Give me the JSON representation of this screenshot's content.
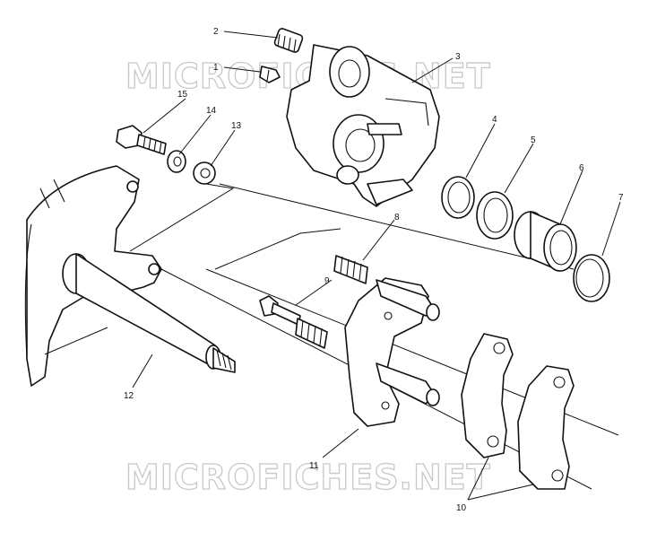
{
  "watermark": "MICROFICHES.NET",
  "callouts": {
    "c1": "1",
    "c2": "2",
    "c3": "3",
    "c4": "4",
    "c5": "5",
    "c6": "6",
    "c7": "7",
    "c8": "8",
    "c9": "9",
    "c10": "10",
    "c11": "11",
    "c12": "12",
    "c13": "13",
    "c14": "14",
    "c15": "15"
  }
}
